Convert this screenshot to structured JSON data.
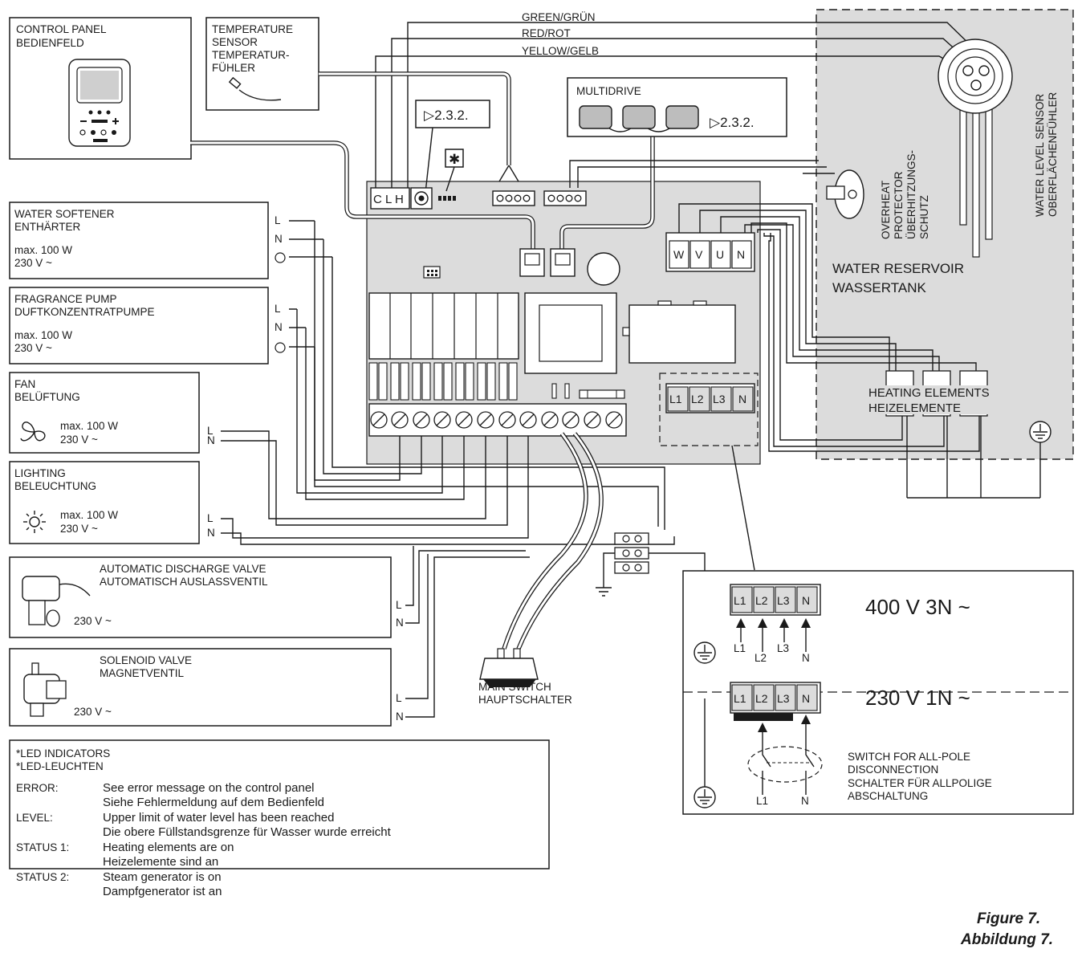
{
  "wires": {
    "green": "GREEN/GRÜN",
    "red": "RED/ROT",
    "yellow": "YELLOW/GELB"
  },
  "control_panel": {
    "title": "CONTROL PANEL",
    "title_de": "BEDIENFELD"
  },
  "temperature_sensor": {
    "l1": "TEMPERATURE",
    "l2": "SENSOR",
    "l3": "TEMPERATUR-",
    "l4": "FÜHLER"
  },
  "ref": "▷2.3.2.",
  "multidrive": {
    "title": "MULTIDRIVE",
    "ref": "▷2.3.2."
  },
  "led_marker": "✱",
  "board": {
    "clh": "C L H",
    "wvun": [
      "W",
      "V",
      "U",
      "N"
    ],
    "supply_terms": [
      "L1",
      "L2",
      "L3",
      "N"
    ]
  },
  "overheat": {
    "l1": "OVERHEAT",
    "l2": "PROTECTOR",
    "l3": "ÜBERHITZUNGS-",
    "l4": "SCHUTZ"
  },
  "water_level_sensor": {
    "l1": "WATER LEVEL SENSOR",
    "l2": "OBERFLÄCHENFÜHLER"
  },
  "reservoir": {
    "l1": "WATER RESERVOIR",
    "l2": "WASSERTANK"
  },
  "heating": {
    "l1": "HEATING ELEMENTS",
    "l2": "HEIZELEMENTE"
  },
  "devices": {
    "softener": {
      "l1": "WATER SOFTENER",
      "l2": "ENTHÄRTER",
      "l3": "max. 100 W",
      "l4": "230 V ~"
    },
    "fragrance": {
      "l1": "FRAGRANCE PUMP",
      "l2": "DUFTKONZENTRATPUMPE",
      "l3": "max. 100 W",
      "l4": "230 V ~"
    },
    "fan": {
      "l1": "FAN",
      "l2": "BELÜFTUNG",
      "l3": "max. 100 W",
      "l4": "230 V ~"
    },
    "lighting": {
      "l1": "LIGHTING",
      "l2": "BELEUCHTUNG",
      "l3": "max. 100 W",
      "l4": "230 V ~"
    },
    "discharge": {
      "l1": "AUTOMATIC DISCHARGE VALVE",
      "l2": "AUTOMATISCH AUSLASSVENTIL",
      "l3": "230 V ~"
    },
    "solenoid": {
      "l1": "SOLENOID VALVE",
      "l2": "MAGNETVENTIL",
      "l3": "230 V ~"
    }
  },
  "term_labels": {
    "L": "L",
    "N": "N"
  },
  "main_switch": {
    "l1": "MAIN SWITCH",
    "l2": "HAUPTSCHALTER"
  },
  "supply_400": {
    "title": "400 V 3N ~",
    "terms": [
      "L1",
      "L2",
      "L3",
      "N"
    ],
    "arrows": [
      "L1",
      "L2",
      "L3",
      "N"
    ]
  },
  "supply_230": {
    "title": "230 V 1N ~",
    "terms": [
      "L1",
      "L2",
      "L3",
      "N"
    ],
    "arrows": [
      "L1",
      "N"
    ],
    "note": [
      "SWITCH FOR ALL-POLE",
      "DISCONNECTION",
      "SCHALTER FÜR ALLPOLIGE",
      "ABSCHALTUNG"
    ]
  },
  "legend": {
    "h1": "*LED INDICATORS",
    "h2": "*LED-LEUCHTEN",
    "rows": [
      {
        "key": "ERROR:",
        "en": "See error message on the control panel",
        "de": "Siehe Fehlermeldung auf dem Bedienfeld"
      },
      {
        "key": "LEVEL:",
        "en": "Upper limit of water level has been reached",
        "de": "Die obere Füllstandsgrenze für Wasser wurde erreicht"
      },
      {
        "key": "STATUS 1:",
        "en": "Heating elements are on",
        "de": "Heizelemente sind an"
      },
      {
        "key": "STATUS 2:",
        "en": "Steam generator is on",
        "de": "Dampfgenerator ist an"
      }
    ]
  },
  "figure": {
    "l1": "Figure 7.",
    "l2": "Abbildung 7."
  }
}
